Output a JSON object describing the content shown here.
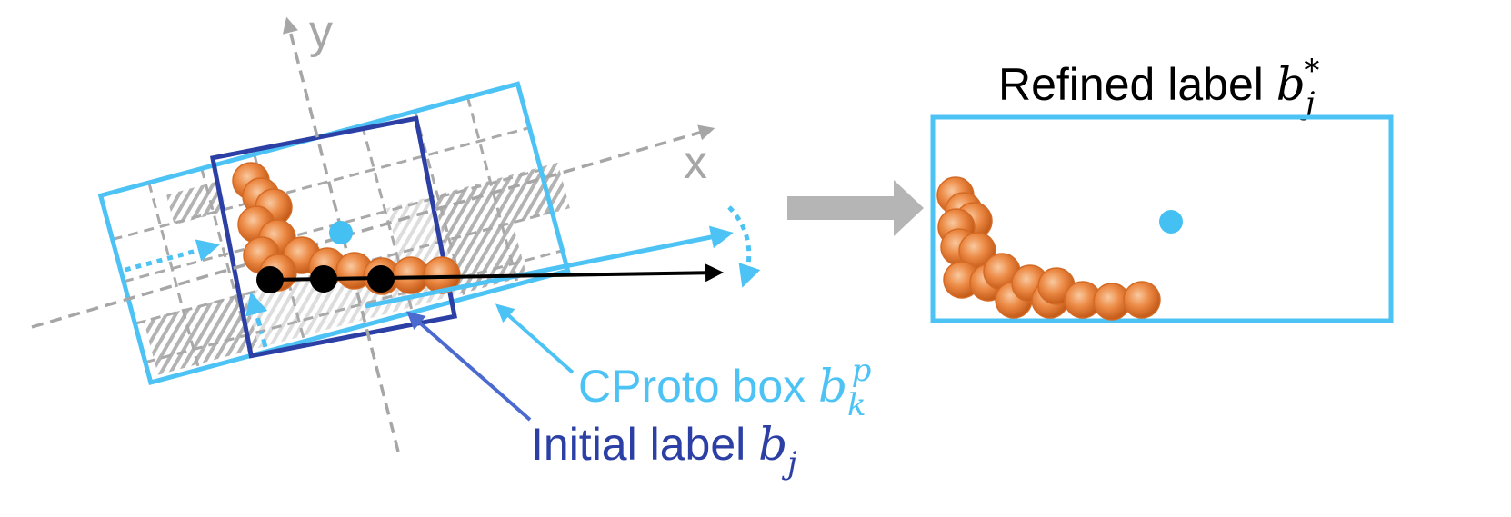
{
  "axes": {
    "x_label": "x",
    "y_label": "y"
  },
  "labels": {
    "refined": {
      "text": "Refined label ",
      "symbol": "b",
      "sub": "j",
      "sup": "*"
    },
    "cproto": {
      "text": "CProto box ",
      "symbol": "b",
      "sub": "k",
      "sup": "p"
    },
    "initial": {
      "text": "Initial label ",
      "symbol": "b",
      "sub": "j"
    }
  },
  "colors": {
    "cproto": "#4dc3f5",
    "initial": "#2b3fa5",
    "initial_arrow": "#4a6ad0",
    "axis": "#a6a6a6",
    "grid": "#a9a9a9",
    "points": "#e3782f",
    "center": "#45c0f2",
    "arrow_gray": "#b5b5b5",
    "black": "#000000"
  }
}
